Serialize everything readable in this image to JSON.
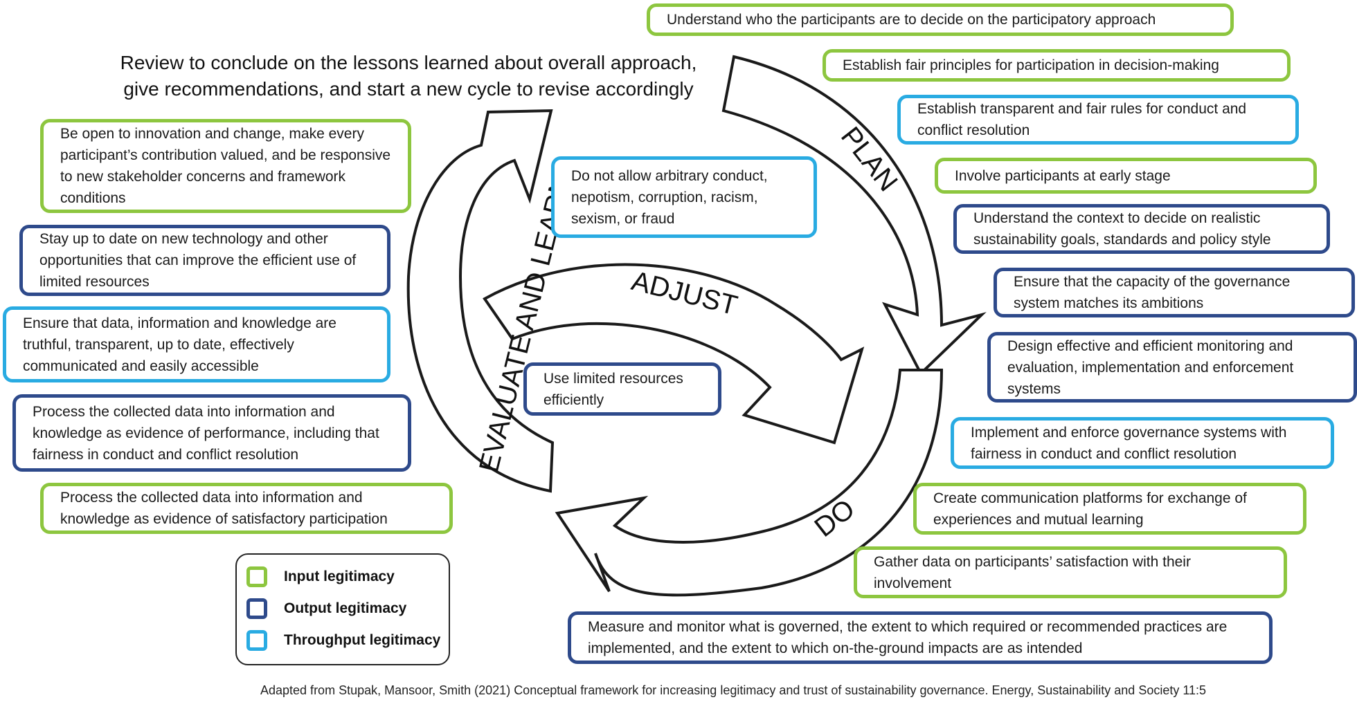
{
  "colors": {
    "input": "#8dc63f",
    "output": "#2e4a8b",
    "throughput": "#29abe2"
  },
  "review_text": {
    "line1": "Review to conclude on the lessons learned about overall approach,",
    "line2": "give recommendations, and start a new cycle to revise accordingly"
  },
  "cycle": {
    "plan": "PLAN",
    "do": "DO",
    "evaluate": "EVALUATE AND LEARN",
    "adjust": "ADJUST"
  },
  "boxes": {
    "plan_1": "Understand who the participants are to decide on the participatory approach",
    "plan_2": "Establish fair principles for participation in decision-making",
    "plan_3": "Establish transparent and fair rules for conduct and conflict resolution",
    "plan_4": "Involve participants at early stage",
    "plan_5": "Understand the context  to decide on realistic sustainability goals, standards and policy style",
    "plan_6": "Ensure that the capacity of the governance system matches its ambitions",
    "plan_7": "Design effective and efficient monitoring and evaluation, implementation and enforcement systems",
    "do_1": "Implement and enforce governance systems with fairness in conduct  and conflict resolution",
    "do_2": "Create communication platforms for exchange of experiences  and mutual learning",
    "do_3": "Gather data on participants’ satisfaction with their involvement",
    "do_4": "Measure and monitor what is governed, the extent to which required or recommended practices are implemented, and the extent to which on-the-ground impacts are as intended",
    "eval_1": "Be open to innovation and change, make every participant’s contribution valued, and be responsive to new stakeholder concerns and framework conditions",
    "eval_2": "Stay up to date on new technology and other opportunities that can improve the efficient use of limited resources",
    "eval_3": "Ensure that data, information and knowledge are truthful, transparent, up to date, effectively communicated and easily accessible",
    "eval_4": "Process the collected data into information and knowledge as evidence of performance, including that fairness in conduct and conflict resolution",
    "eval_5": "Process the collected data into information and knowledge as evidence of satisfactory participation",
    "center_1": "Do not allow arbitrary conduct, nepotism, corruption, racism, sexism, or fraud",
    "center_2": "Use limited resources efficiently"
  },
  "legend": {
    "input": "Input legitimacy",
    "output": "Output legitimacy",
    "throughput": "Throughput legitimacy"
  },
  "footnote": "Adapted from Stupak, Mansoor, Smith (2021) Conceptual framework for increasing legitimacy and trust of sustainability governance. Energy, Sustainability and Society 11:5"
}
